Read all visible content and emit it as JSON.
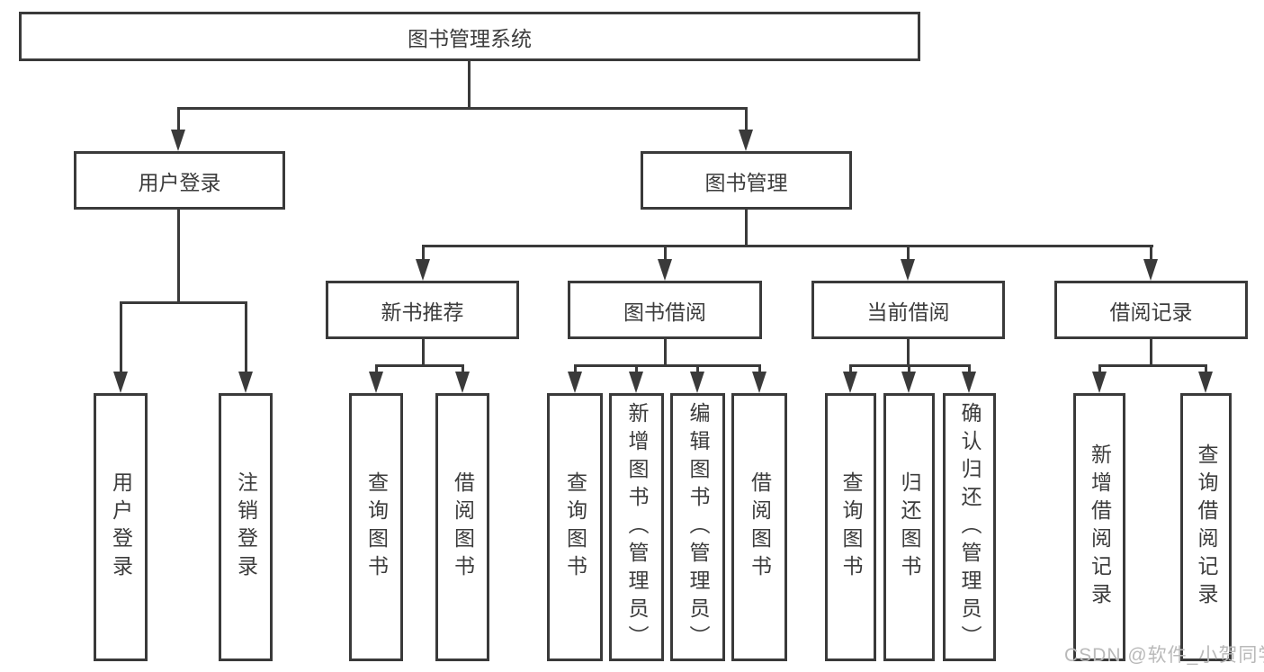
{
  "tree": {
    "root": {
      "label": "图书管理系统"
    },
    "branches": [
      {
        "label": "用户登录",
        "children": [
          {
            "label": "用户登录"
          },
          {
            "label": "注销登录"
          }
        ]
      },
      {
        "label": "图书管理",
        "children": [
          {
            "label": "新书推荐",
            "children": [
              {
                "label": "查询图书"
              },
              {
                "label": "借阅图书"
              }
            ]
          },
          {
            "label": "图书借阅",
            "children": [
              {
                "label": "查询图书"
              },
              {
                "label": "新增图书（管理员）"
              },
              {
                "label": "编辑图书（管理员）"
              },
              {
                "label": "借阅图书"
              }
            ]
          },
          {
            "label": "当前借阅",
            "children": [
              {
                "label": "查询图书"
              },
              {
                "label": "归还图书"
              },
              {
                "label": "确认归还（管理员）"
              }
            ]
          },
          {
            "label": "借阅记录",
            "children": [
              {
                "label": "新增借阅记录"
              },
              {
                "label": "查询借阅记录"
              }
            ]
          }
        ]
      }
    ]
  },
  "watermark": "CSDN @软件_小贺同学",
  "colors": {
    "line": "#3a3a3a",
    "text": "#3c3c3c",
    "watermark": "#b9b9b9",
    "background": "#ffffff"
  }
}
